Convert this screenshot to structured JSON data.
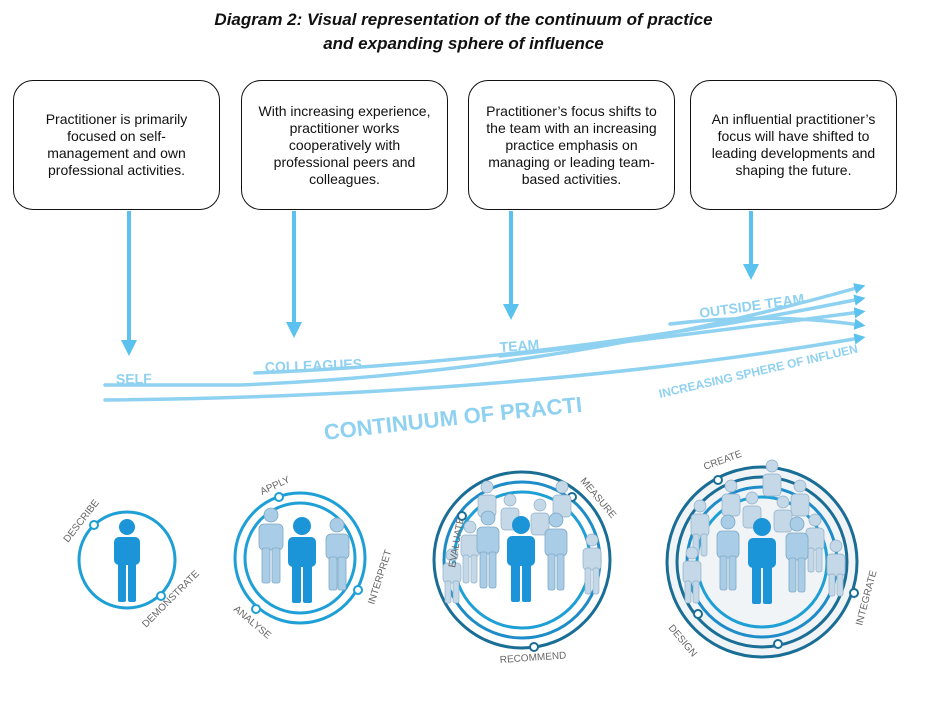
{
  "title": {
    "line1": "Diagram 2: Visual representation of the continuum of practice",
    "line2": "and expanding sphere of influence"
  },
  "boxes": [
    "Practitioner is primarily focused on self-management and own professional activities.",
    "With increasing experience, practitioner works cooperatively with professional peers and colleagues.",
    "Practitioner’s focus shifts to the team with an increasing practice emphasis on managing or leading team-based activities.",
    "An influential practitioner’s focus will have shifted to leading developments and shaping the future."
  ],
  "continuum": {
    "stages": [
      "SELF",
      "COLLEAGUES",
      "TEAM",
      "OUTSIDE TEAM"
    ],
    "sphere_label": "INCREASING SPHERE OF INFLUENCE",
    "main_label": "CONTINUUM OF PRACTICE"
  },
  "ring_labels": {
    "self": [
      "DESCRIBE",
      "DEMONSTRATE"
    ],
    "colleagues": [
      "APPLY",
      "INTERPRET",
      "ANALYSE"
    ],
    "team": [
      "EVALUATE",
      "MEASURE",
      "RECOMMEND"
    ],
    "outside_team": [
      "CREATE",
      "INTEGRATE",
      "DESIGN"
    ]
  },
  "colors": {
    "light_blue": "#5BC2EF",
    "pale_blue": "#8FD1F0",
    "dark_blue": "#1A6E96",
    "mid_blue": "#1E8CC8",
    "figure_main": "#1B95D8",
    "figure_light": "#A9CDE6",
    "label_gray": "#666666"
  }
}
